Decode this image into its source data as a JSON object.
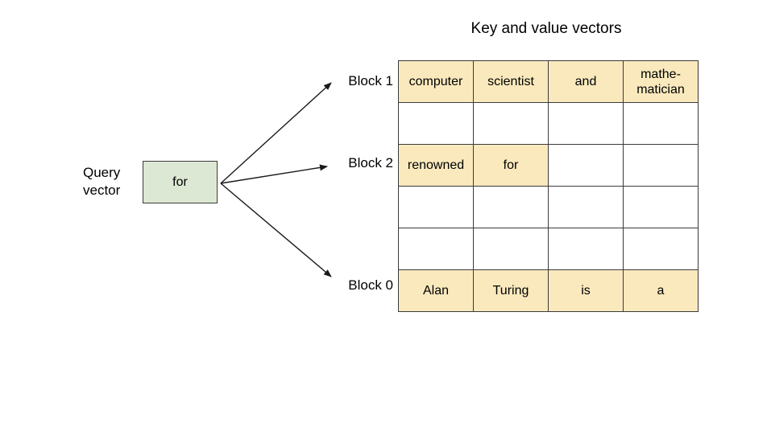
{
  "title": "Key and value vectors",
  "query": {
    "label": "Query\nvector",
    "box_text": "for"
  },
  "blocks": [
    {
      "label": "Block 1"
    },
    {
      "label": "Block 2"
    },
    {
      "label": "Block 0"
    }
  ],
  "table": {
    "rows": [
      {
        "cells": [
          {
            "text": "computer",
            "highlighted": true
          },
          {
            "text": "scientist",
            "highlighted": true
          },
          {
            "text": "and",
            "highlighted": true
          },
          {
            "text": "mathe-\nmatician",
            "highlighted": true
          }
        ]
      },
      {
        "cells": [
          {
            "text": "",
            "highlighted": false
          },
          {
            "text": "",
            "highlighted": false
          },
          {
            "text": "",
            "highlighted": false
          },
          {
            "text": "",
            "highlighted": false
          }
        ]
      },
      {
        "cells": [
          {
            "text": "renowned",
            "highlighted": true
          },
          {
            "text": "for",
            "highlighted": true
          },
          {
            "text": "",
            "highlighted": false
          },
          {
            "text": "",
            "highlighted": false
          }
        ]
      },
      {
        "cells": [
          {
            "text": "",
            "highlighted": false
          },
          {
            "text": "",
            "highlighted": false
          },
          {
            "text": "",
            "highlighted": false
          },
          {
            "text": "",
            "highlighted": false
          }
        ]
      },
      {
        "cells": [
          {
            "text": "",
            "highlighted": false
          },
          {
            "text": "",
            "highlighted": false
          },
          {
            "text": "",
            "highlighted": false
          },
          {
            "text": "",
            "highlighted": false
          }
        ]
      },
      {
        "cells": [
          {
            "text": "Alan",
            "highlighted": true
          },
          {
            "text": "Turing",
            "highlighted": true
          },
          {
            "text": "is",
            "highlighted": true
          },
          {
            "text": "a",
            "highlighted": true
          }
        ]
      }
    ]
  },
  "colors": {
    "cell_highlight": "#F9E9BD",
    "query_box_fill": "#DDE8D4",
    "table_border": "#3B3B3B",
    "arrow": "#1A1A1A"
  }
}
